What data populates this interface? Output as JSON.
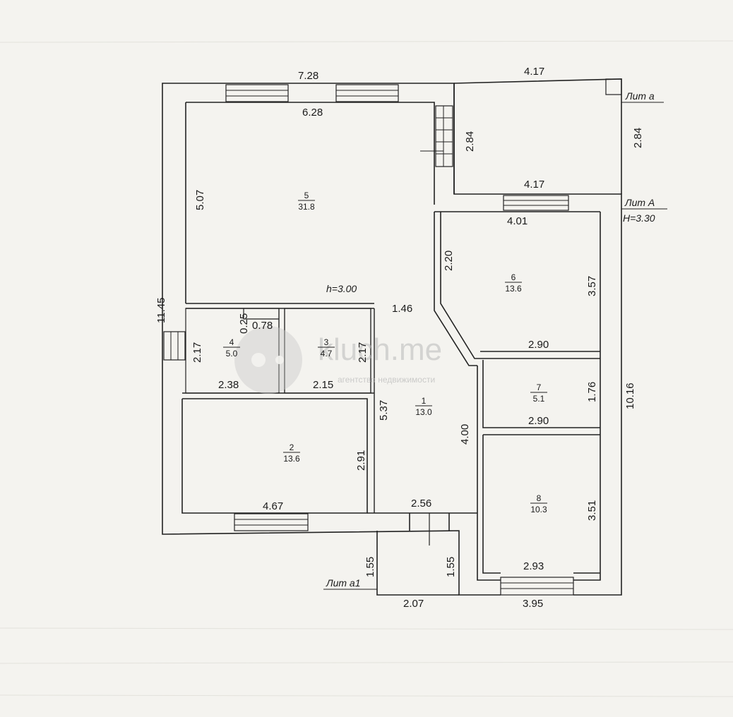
{
  "plan": {
    "outer_dims": {
      "top_left_width": "7.28",
      "top_right_width": "4.17",
      "left_height": "11.45",
      "right_height": "10.16",
      "lit_a_height": "2.84",
      "bottom_right_width": "3.95",
      "bottom_porch_width": "2.07"
    },
    "inner_dims": {
      "r5_width": "6.28",
      "r5_height": "5.07",
      "stair_width": "2.84",
      "lit_a_inner_width": "4.17",
      "r6_width": "4.01",
      "r6_bevel": "2.20",
      "r6_height": "3.57",
      "r6_bottom": "2.90",
      "hall_width": "1.46",
      "r4_height": "2.17",
      "r4_small_a": "0.25",
      "r4_small_b": "0.78",
      "r4_width": "2.38",
      "r3_height": "2.17",
      "r3_width": "2.15",
      "r1_height": "5.37",
      "r1_right": "4.00",
      "r7_height": "1.76",
      "r7_bottom": "2.90",
      "r2_height": "2.91",
      "r2_width": "4.67",
      "entry_width": "2.56",
      "r8_height": "3.51",
      "r8_width": "2.93",
      "porch_left": "1.55",
      "porch_right": "1.55"
    },
    "labels": {
      "lit_a": "Лит а",
      "lit_A": "Лит А",
      "height_A": "H=3.30",
      "height_h": "h=3.00",
      "lit_a1": "Лит а1"
    },
    "rooms": [
      {
        "num": "5",
        "area": "31.8"
      },
      {
        "num": "6",
        "area": "13.6"
      },
      {
        "num": "4",
        "area": "5.0"
      },
      {
        "num": "3",
        "area": "4.7"
      },
      {
        "num": "1",
        "area": "13.0"
      },
      {
        "num": "7",
        "area": "5.1"
      },
      {
        "num": "2",
        "area": "13.6"
      },
      {
        "num": "8",
        "area": "10.3"
      }
    ],
    "watermark": {
      "brand": "kluch.me",
      "tagline": "агентство недвижимости"
    }
  }
}
